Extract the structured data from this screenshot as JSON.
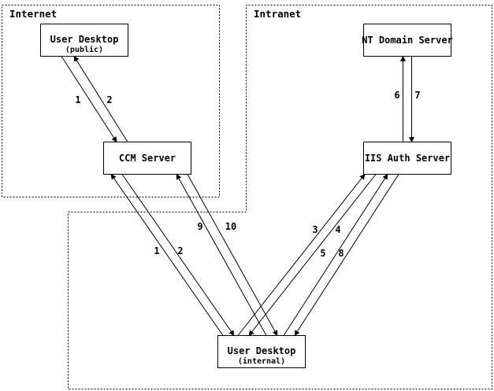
{
  "diagram": {
    "regions": {
      "internet": {
        "label": "Internet"
      },
      "intranet": {
        "label": "Intranet"
      }
    },
    "nodes": {
      "user_desktop_public": {
        "title": "User Desktop",
        "subtitle": "(public)"
      },
      "ccm_server": {
        "title": "CCM Server"
      },
      "nt_domain_server": {
        "title": "NT Domain Server"
      },
      "iis_auth_server": {
        "title": "IIS Auth Server"
      },
      "user_desktop_internal": {
        "title": "User Desktop",
        "subtitle": "(internal)"
      }
    },
    "flows": {
      "public_ccm": {
        "labels": [
          "1",
          "2"
        ]
      },
      "ccm_internal": {
        "labels": [
          "1",
          "2"
        ]
      },
      "ccm_internal_alt": {
        "labels": [
          "9",
          "10"
        ]
      },
      "iis_internal": {
        "labels": [
          "3",
          "4"
        ]
      },
      "iis_internal_alt": {
        "labels": [
          "5",
          "8"
        ]
      },
      "nt_iis": {
        "labels": [
          "6",
          "7"
        ]
      }
    },
    "colors": {
      "line": "#000000",
      "background": "#ffffff"
    }
  }
}
